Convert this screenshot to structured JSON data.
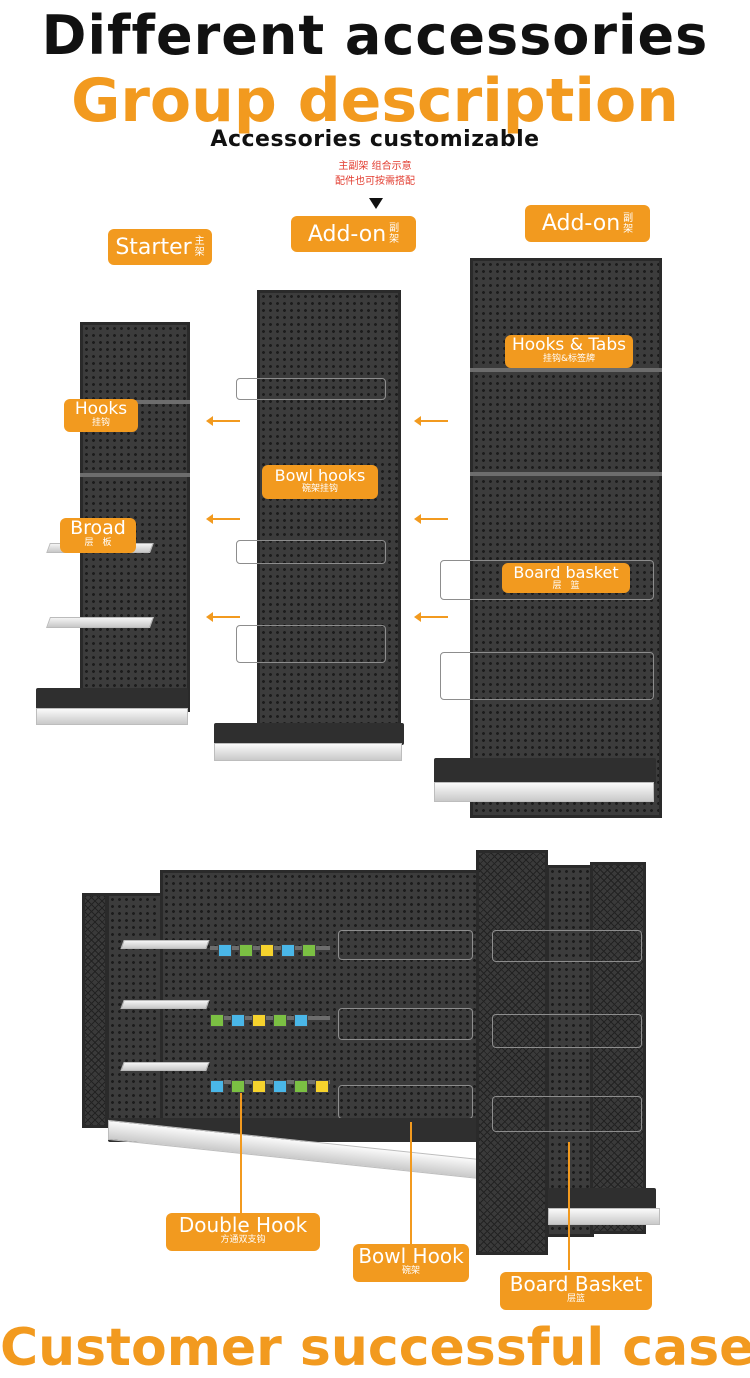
{
  "header": {
    "title": "Different accessories",
    "subtitle": "Group description",
    "tagline": "Accessories customizable",
    "note_line1": "主副架 组合示意",
    "note_line2": "配件也可按需搭配"
  },
  "units": {
    "starter": {
      "label": "Starter",
      "cn1": "主",
      "cn2": "架"
    },
    "addon1": {
      "label": "Add-on",
      "cn1": "副",
      "cn2": "架"
    },
    "addon2": {
      "label": "Add-on",
      "cn1": "副",
      "cn2": "架"
    }
  },
  "callouts": {
    "hooks": {
      "label": "Hooks",
      "cn": "挂钩"
    },
    "broad": {
      "label": "Broad",
      "cn": "层　板"
    },
    "bowl_hooks": {
      "label": "Bowl hooks",
      "cn": "碗架挂钩"
    },
    "hooks_tabs": {
      "label": "Hooks & Tabs",
      "cn": "挂钩&标签牌"
    },
    "board_basket": {
      "label": "Board basket",
      "cn": "层　篮"
    },
    "double_hook": {
      "label": "Double Hook",
      "cn": "方通双支钩"
    },
    "bowl_hook": {
      "label": "Bowl Hook",
      "cn": "碗架"
    },
    "board_basket_2": {
      "label": "Board Basket",
      "cn": "层篮"
    }
  },
  "footer": {
    "text": "Customer successful case"
  },
  "colors": {
    "accent": "#f29a1f",
    "rack": "#3c3c3c",
    "text": "#111111",
    "note": "#e23b2e"
  }
}
